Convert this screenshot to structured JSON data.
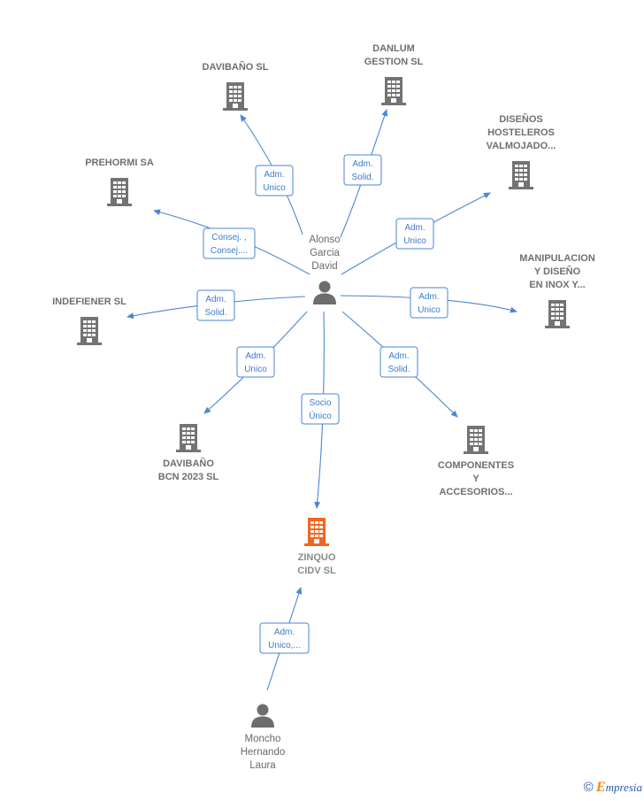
{
  "colors": {
    "edge": "#4a86d4",
    "building": "#737373",
    "focus": "#f26522",
    "person": "#6d6d6d"
  },
  "nodes": [
    {
      "id": "alonso",
      "type": "person",
      "icon": "person-icon",
      "label": [
        "Alonso",
        "Garcia",
        "David"
      ]
    },
    {
      "id": "moncho",
      "type": "person",
      "icon": "person-icon",
      "label": [
        "Moncho",
        "Hernando",
        "Laura"
      ]
    },
    {
      "id": "zinquo",
      "type": "company",
      "focus": true,
      "icon": "building-icon",
      "label": [
        "ZINQUO",
        "CIDV  SL"
      ]
    },
    {
      "id": "davibano",
      "type": "company",
      "icon": "building-icon",
      "label": [
        "DAVIBAÑO  SL"
      ]
    },
    {
      "id": "danlum",
      "type": "company",
      "icon": "building-icon",
      "label": [
        "DANLUM",
        "GESTION  SL"
      ]
    },
    {
      "id": "disenos",
      "type": "company",
      "icon": "building-icon",
      "label": [
        "DISEÑOS",
        "HOSTELEROS",
        "VALMOJADO..."
      ]
    },
    {
      "id": "prehormi",
      "type": "company",
      "icon": "building-icon",
      "label": [
        "PREHORMI SA"
      ]
    },
    {
      "id": "manipulacion",
      "type": "company",
      "icon": "building-icon",
      "label": [
        "MANIPULACION",
        "Y DISEÑO",
        "EN INOX Y..."
      ]
    },
    {
      "id": "indefiener",
      "type": "company",
      "icon": "building-icon",
      "label": [
        "INDEFIENER SL"
      ]
    },
    {
      "id": "davibanobcn",
      "type": "company",
      "icon": "building-icon",
      "label": [
        "DAVIBAÑO",
        "BCN 2023  SL"
      ]
    },
    {
      "id": "componentes",
      "type": "company",
      "icon": "building-icon",
      "label": [
        "COMPONENTES",
        "Y",
        "ACCESORIOS..."
      ]
    }
  ],
  "edges": [
    {
      "from": "alonso",
      "to": "davibano",
      "label": [
        "Adm.",
        "Unico"
      ]
    },
    {
      "from": "alonso",
      "to": "danlum",
      "label": [
        "Adm.",
        "Solid."
      ]
    },
    {
      "from": "alonso",
      "to": "disenos",
      "label": [
        "Adm.",
        "Unico"
      ]
    },
    {
      "from": "alonso",
      "to": "prehormi",
      "label": [
        "Consej. ,",
        "Consej...."
      ]
    },
    {
      "from": "alonso",
      "to": "manipulacion",
      "label": [
        "Adm.",
        "Unico"
      ]
    },
    {
      "from": "alonso",
      "to": "indefiener",
      "label": [
        "Adm.",
        "Solid."
      ]
    },
    {
      "from": "alonso",
      "to": "davibanobcn",
      "label": [
        "Adm.",
        "Unico"
      ]
    },
    {
      "from": "alonso",
      "to": "componentes",
      "label": [
        "Adm.",
        "Solid."
      ]
    },
    {
      "from": "alonso",
      "to": "zinquo",
      "label": [
        "Socio",
        "Único"
      ]
    },
    {
      "from": "moncho",
      "to": "zinquo",
      "label": [
        "Adm.",
        "Unico,..."
      ]
    }
  ],
  "footer": {
    "copyright": "©",
    "brand_initial": "E",
    "brand_rest": "mpresia"
  }
}
